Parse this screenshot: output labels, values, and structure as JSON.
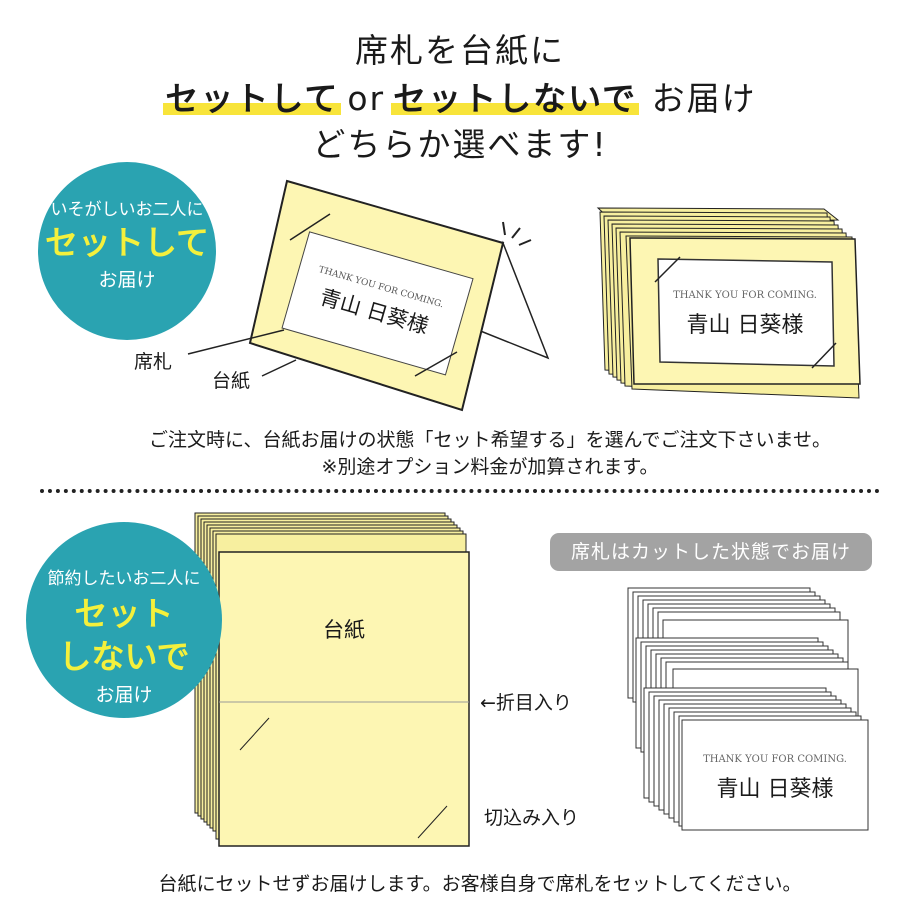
{
  "headline": {
    "line1": "席札を台紙に",
    "line2": {
      "option_a": "セットして",
      "connector": "or",
      "option_b": "セットしないで",
      "suffix": "お届け"
    },
    "line3": "どちらか選べます!"
  },
  "section_set": {
    "badge": {
      "top": "いそがしいお二人に",
      "main": "セットして",
      "bottom": "お届け"
    },
    "labels": {
      "place_card": "席札",
      "mount": "台紙"
    },
    "card": {
      "greeting": "THANK YOU FOR COMING.",
      "name": "青山 日葵様"
    },
    "note_line1": "ご注文時に、台紙お届けの状態「セット希望する」を選んでご注文下さいませ。",
    "note_line2": "※別途オプション料金が加算されます。"
  },
  "section_unset": {
    "badge": {
      "top": "節約したいお二人に",
      "main_line1": "セット",
      "main_line2": "しないで",
      "bottom": "お届け"
    },
    "mount_label": "台紙",
    "fold_label": "←折目入り",
    "slit_label": "切込み入り",
    "pill": "席札はカットした状態でお届け",
    "card": {
      "greeting": "THANK YOU FOR COMING.",
      "name": "青山 日葵様"
    },
    "note": "台紙にセットせずお届けします。お客様自身で席札をセットしてください。"
  },
  "colors": {
    "badge_teal": "#2aa3b1",
    "badge_highlight_yellow": "#f4f03c",
    "marker_yellow": "#f8e43a",
    "mount_yellow": "#fdf6b3",
    "pill_gray": "#a3a3a3"
  }
}
